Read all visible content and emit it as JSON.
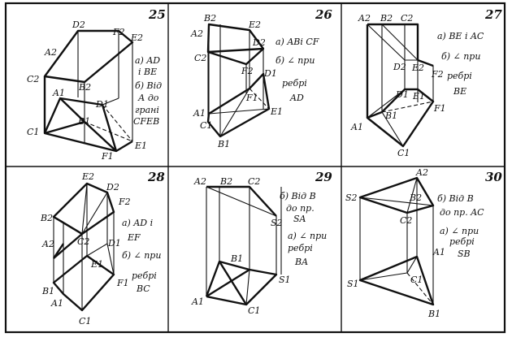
{
  "panels": [
    {
      "number": "25",
      "labels": [
        "D2",
        "F2",
        "E2",
        "A2",
        "C2",
        "B2",
        "A1",
        "D1",
        "B1",
        "C1",
        "F1",
        "E1"
      ],
      "notes": [
        "а) AD",
        "і BE",
        "б) Від",
        "А до",
        "грані",
        "CFEB"
      ]
    },
    {
      "number": "26",
      "labels": [
        "B2",
        "E2",
        "A2",
        "D2",
        "C2",
        "F2",
        "D1",
        "F1",
        "A1",
        "E1",
        "C1",
        "B1"
      ],
      "notes": [
        "а) ABi CF",
        "б) ∠ при",
        "ребрі",
        "AD"
      ]
    },
    {
      "number": "27",
      "labels": [
        "A2",
        "B2",
        "C2",
        "D2",
        "E2",
        "F2",
        "D1",
        "E1",
        "F1",
        "A1",
        "B1",
        "C1"
      ],
      "notes": [
        "а) BE i AC",
        "б) ∠ при",
        "ребрі",
        "BE"
      ]
    },
    {
      "number": "28",
      "labels": [
        "E2",
        "D2",
        "F2",
        "B2",
        "A2",
        "C2",
        "D1",
        "E1",
        "F1",
        "B1",
        "A1",
        "C1"
      ],
      "notes": [
        "а) AD i",
        "EF",
        "б) ∠ при",
        "ребрі",
        "BC"
      ]
    },
    {
      "number": "29",
      "labels": [
        "A2",
        "B2",
        "C2",
        "S2",
        "B1",
        "S1",
        "A1",
        "C1"
      ],
      "notes": [
        "б) Від В",
        "до пр.",
        "SA",
        "а) ∠ при",
        "ребрі",
        "BA"
      ]
    },
    {
      "number": "30",
      "labels": [
        "A2",
        "S2",
        "B2",
        "C2",
        "A1",
        "S1",
        "C1",
        "B1"
      ],
      "notes": [
        "б) Від В",
        "до пр. AC",
        "а) ∠ при",
        "ребрі",
        "SB"
      ]
    }
  ]
}
